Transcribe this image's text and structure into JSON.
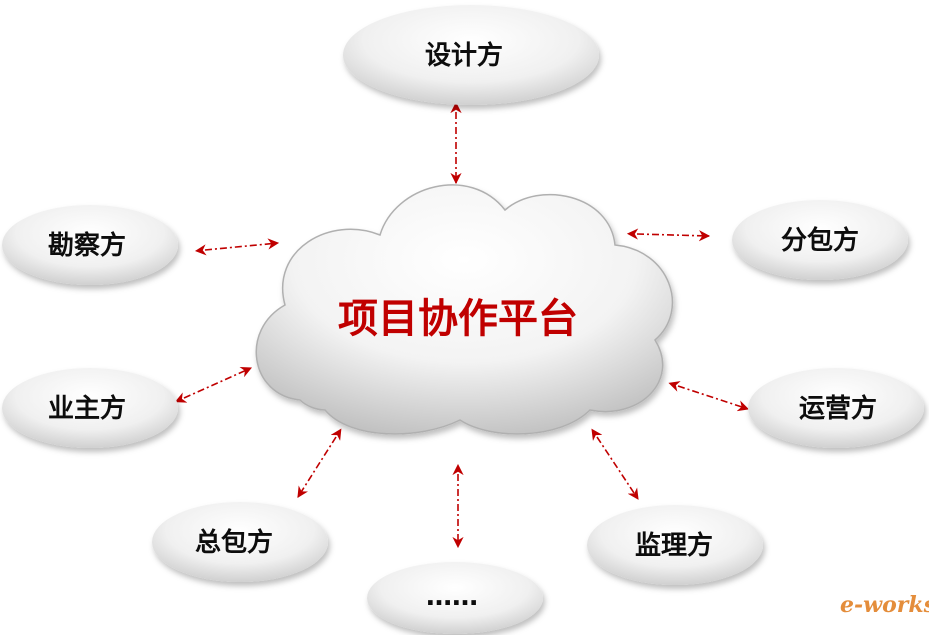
{
  "center": {
    "label": "项目协作平台",
    "color": "#c00000"
  },
  "nodes": [
    {
      "id": "design",
      "label": "设计方"
    },
    {
      "id": "survey",
      "label": "勘察方"
    },
    {
      "id": "subcontract",
      "label": "分包方"
    },
    {
      "id": "owner",
      "label": "业主方"
    },
    {
      "id": "operation",
      "label": "运营方"
    },
    {
      "id": "general",
      "label": "总包方"
    },
    {
      "id": "supervision",
      "label": "监理方"
    },
    {
      "id": "more",
      "label": "……"
    }
  ],
  "arrow_color": "#c00000",
  "logo": {
    "text": "e-works",
    "color": "#e07a1a"
  }
}
